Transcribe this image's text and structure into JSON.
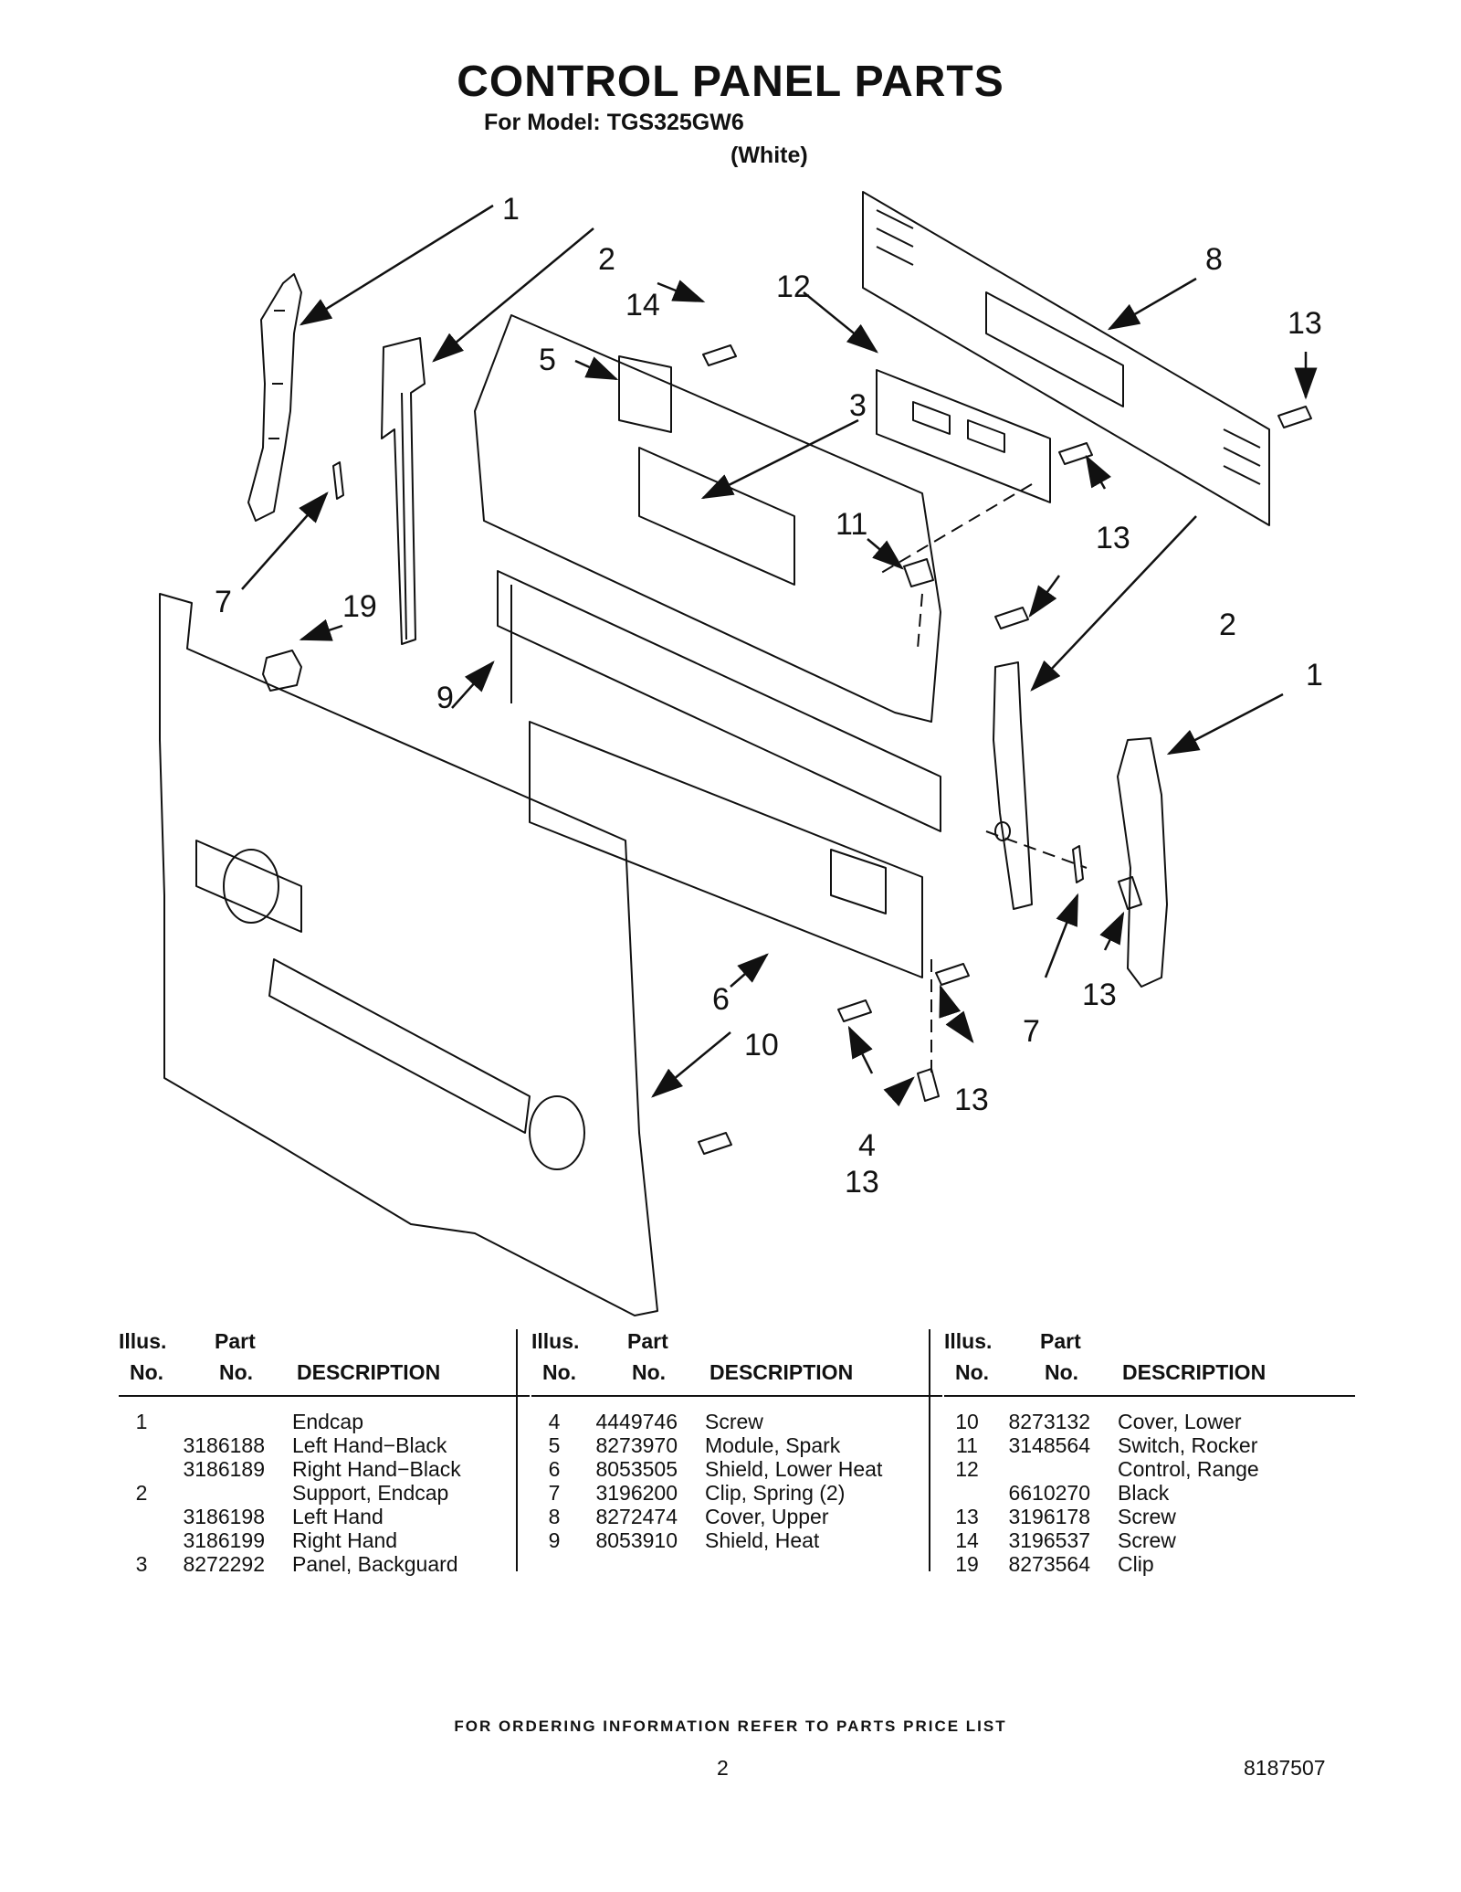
{
  "header": {
    "title": "CONTROL PANEL PARTS",
    "model": "For Model: TGS325GW6",
    "color": "(White)"
  },
  "diagram": {
    "callouts": [
      "1",
      "2",
      "14",
      "5",
      "12",
      "3",
      "8",
      "13",
      "11",
      "13",
      "7",
      "19",
      "9",
      "2",
      "1",
      "6",
      "10",
      "7",
      "13",
      "4",
      "13",
      "13",
      "13"
    ]
  },
  "table_headers": {
    "illus_top": "Illus.",
    "illus_bottom": "No.",
    "part_top": "Part",
    "part_bottom": "No.",
    "description": "DESCRIPTION"
  },
  "columns": [
    {
      "rows": [
        {
          "illus": "1",
          "part": "",
          "desc": "Endcap"
        },
        {
          "illus": "",
          "part": "3186188",
          "desc": "Left Hand−Black"
        },
        {
          "illus": "",
          "part": "3186189",
          "desc": "Right Hand−Black"
        },
        {
          "illus": "2",
          "part": "",
          "desc": "Support, Endcap"
        },
        {
          "illus": "",
          "part": "3186198",
          "desc": "Left Hand"
        },
        {
          "illus": "",
          "part": "3186199",
          "desc": "Right Hand"
        },
        {
          "illus": "3",
          "part": "8272292",
          "desc": "Panel, Backguard"
        }
      ]
    },
    {
      "rows": [
        {
          "illus": "4",
          "part": "4449746",
          "desc": "Screw"
        },
        {
          "illus": "5",
          "part": "8273970",
          "desc": "Module, Spark"
        },
        {
          "illus": "6",
          "part": "8053505",
          "desc": "Shield, Lower Heat"
        },
        {
          "illus": "7",
          "part": "3196200",
          "desc": "Clip, Spring (2)"
        },
        {
          "illus": "8",
          "part": "8272474",
          "desc": "Cover, Upper"
        },
        {
          "illus": "9",
          "part": "8053910",
          "desc": "Shield, Heat"
        }
      ]
    },
    {
      "rows": [
        {
          "illus": "10",
          "part": "8273132",
          "desc": "Cover, Lower"
        },
        {
          "illus": "11",
          "part": "3148564",
          "desc": "Switch, Rocker"
        },
        {
          "illus": "12",
          "part": "",
          "desc": "Control, Range"
        },
        {
          "illus": "",
          "part": "6610270",
          "desc": "Black"
        },
        {
          "illus": "13",
          "part": "3196178",
          "desc": "Screw"
        },
        {
          "illus": "14",
          "part": "3196537",
          "desc": "Screw"
        },
        {
          "illus": "19",
          "part": "8273564",
          "desc": "Clip"
        }
      ]
    }
  ],
  "footer": {
    "ordering": "FOR ORDERING INFORMATION REFER TO PARTS PRICE LIST",
    "page_number": "2",
    "doc_number": "8187507"
  }
}
